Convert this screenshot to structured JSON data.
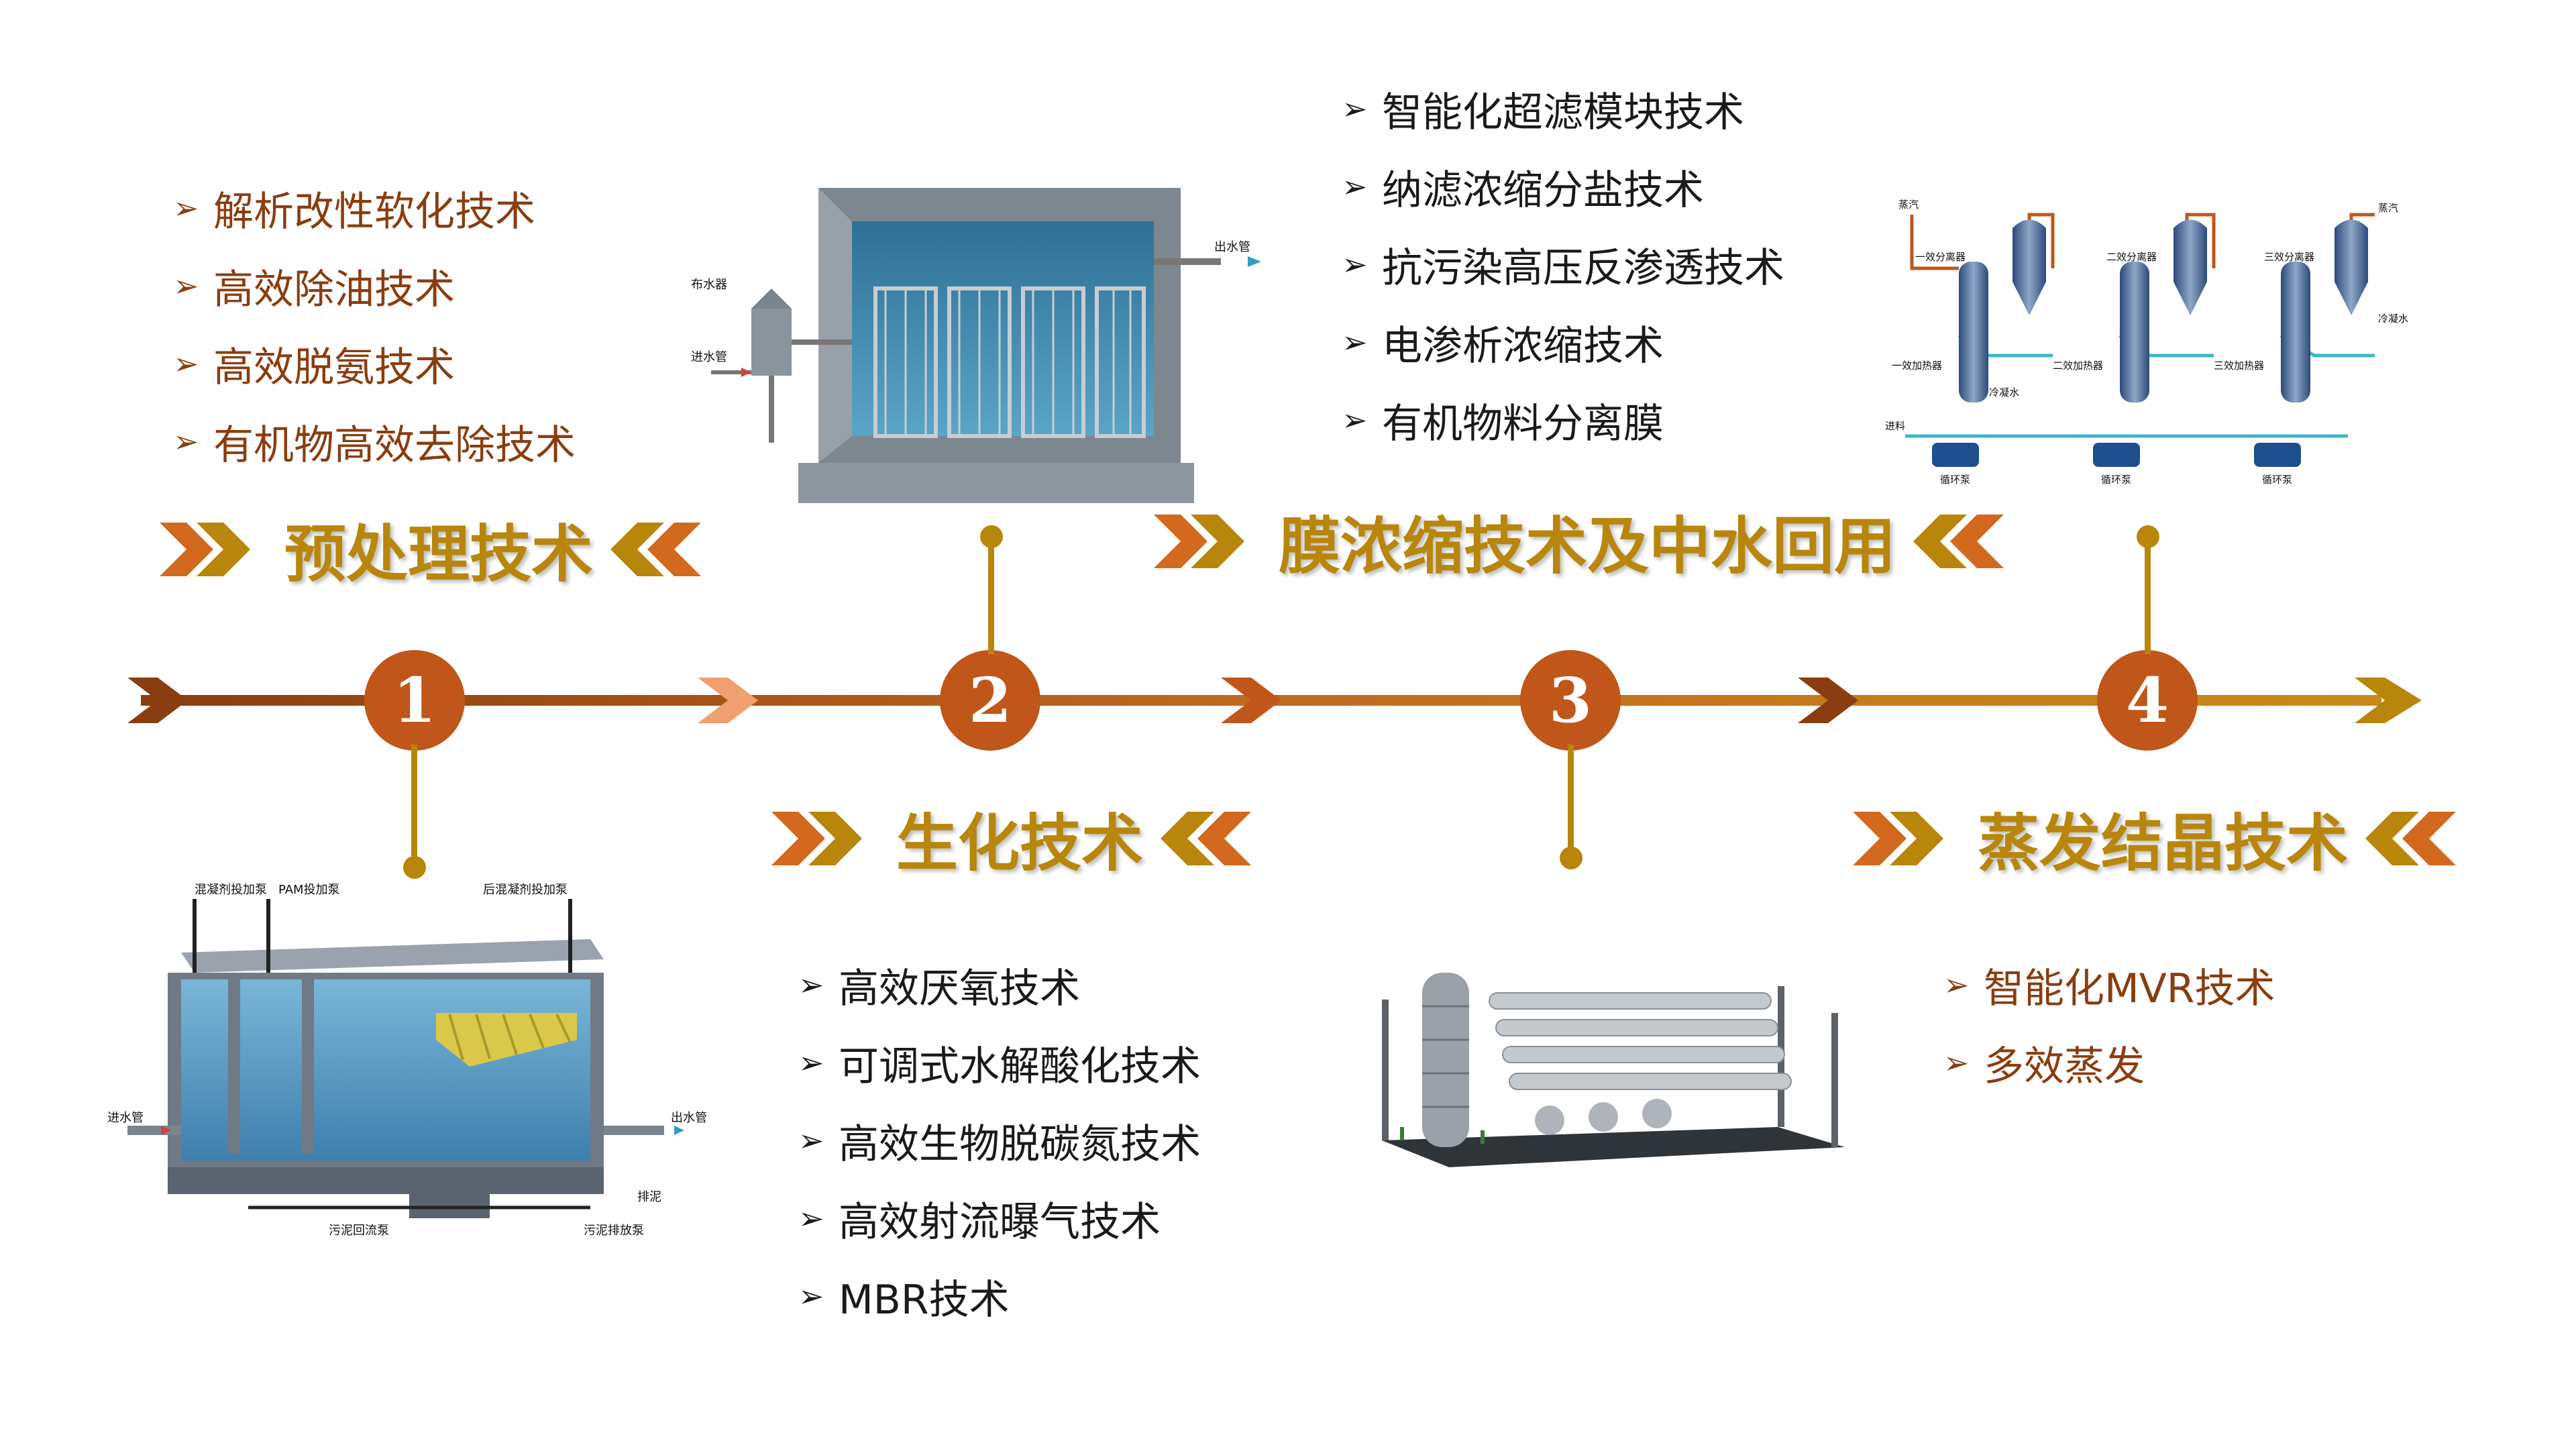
{
  "stages": [
    {
      "number": "1",
      "title": "预处理技术",
      "items": [
        "解析改性软化技术",
        "高效除油技术",
        "高效脱氨技术",
        "有机物高效去除技术"
      ]
    },
    {
      "number": "2",
      "title": "生化技术",
      "items": [
        "高效厌氧技术",
        "可调式水解酸化技术",
        "高效生物脱碳氮技术",
        "高效射流曝气技术",
        "MBR技术"
      ]
    },
    {
      "number": "3",
      "title": "膜浓缩技术及中水回用",
      "items": [
        "智能化超滤模块技术",
        "纳滤浓缩分盐技术",
        "抗污染高压反渗透技术",
        "电渗析浓缩技术",
        "有机物料分离膜"
      ]
    },
    {
      "number": "4",
      "title": "蒸发结晶技术",
      "items": [
        "智能化MVR技术",
        "多效蒸发"
      ]
    }
  ],
  "bullet_glyph": "➢",
  "labels": {
    "tank": {
      "inlet": "进水管",
      "outlet": "出水管",
      "pump1": "混凝剂投加泵",
      "pump2": "PAM投加泵",
      "pump3": "后混凝剂投加泵",
      "sludge_return": "污泥回流泵",
      "sludge_drain": "污泥排放泵",
      "drain": "排泥"
    },
    "bio": {
      "distributor": "布水器",
      "inlet": "进水管",
      "outlet": "出水管"
    },
    "evap": {
      "sep1": "一效分离器",
      "sep2": "二效分离器",
      "sep3": "三效分离器",
      "heat1": "一效加热器",
      "heat2": "二效加热器",
      "heat3": "三效加热器",
      "steam_in": "蒸汽",
      "steam_out": "蒸汽",
      "condensate": "冷凝水",
      "feed": "进料",
      "pump": "循环泵",
      "cool_water": "冷凝水"
    }
  },
  "colors": {
    "heading_text": "#b8860b",
    "brown_text": "#8a3d10",
    "node": "#c0561a",
    "stem": "#b8860b",
    "timeline": "#b65a18",
    "chevron_orange": "#d2691e",
    "chevron_gold": "#b8860b"
  }
}
